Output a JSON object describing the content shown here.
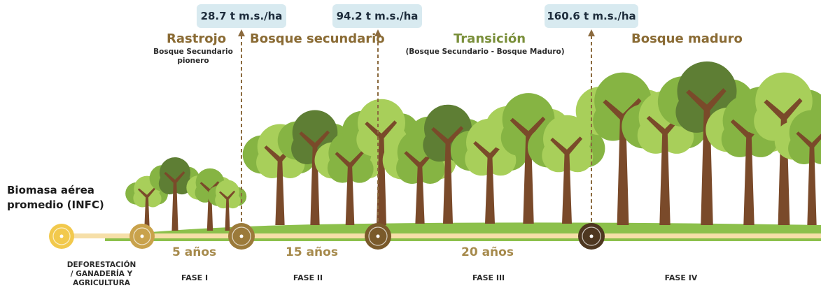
{
  "header": {
    "biomass_label_line1": "Biomasa aérea",
    "biomass_label_line2": "promedio (INFC)"
  },
  "biomass_values": {
    "rastrojo": "28.7 t m.s./ha",
    "secundario": "94.2 t m.s./ha",
    "transicion": "160.6 t m.s./ha"
  },
  "stages": {
    "rastrojo": {
      "title": "Rastrojo",
      "sub_line1": "Bosque Secundario",
      "sub_line2": "pionero"
    },
    "secundario": {
      "title": "Bosque secundario"
    },
    "transicion": {
      "title": "Transición",
      "sub_line1": "(Bosque Secundario - Bosque Maduro)"
    },
    "maduro": {
      "title": "Bosque maduro"
    }
  },
  "durations": {
    "d1": "5 años",
    "d2": "15 años",
    "d3": "20 años"
  },
  "phases": {
    "start_line1": "DEFORESTACIÓN",
    "start_line2": "/ GANADERÍA Y",
    "start_line3": "AGRICULTURA",
    "p1": "FASE I",
    "p2": "FASE II",
    "p3": "FASE III",
    "p4": "FASE IV"
  },
  "colors": {
    "stage_title": "#8a6b34",
    "stage_title_transicion": "#7a8f3a",
    "arrow": "#8b6a3e",
    "timeline": "#f6dfa8",
    "ground": "#8cc04b",
    "trunk": "#7a4a2a",
    "leaf_light": "#a8cf5a",
    "leaf_mid": "#86b443",
    "leaf_dark": "#5e7e34",
    "node_1": "#f2c94c",
    "node_2": "#c9a24b",
    "node_3": "#9b7a3a",
    "node_4": "#7a5a2a",
    "node_5": "#4e3720"
  },
  "icons": [
    "timeline-node-icon",
    "arrow-up-icon",
    "tree-icon"
  ]
}
